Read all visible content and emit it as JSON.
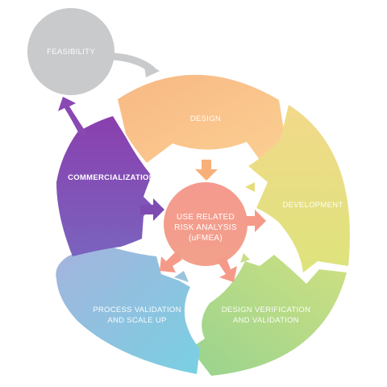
{
  "diagram": {
    "outer_start": {
      "label": "FEASIBILITY",
      "color": "#c9cacb"
    },
    "stages": [
      {
        "key": "design",
        "label": "DESIGN",
        "color": "#f9c18a"
      },
      {
        "key": "development",
        "label": "DEVELOPMENT",
        "color": "#e8de7e"
      },
      {
        "key": "verification",
        "label_lines": [
          "DESIGN VERIFICATION",
          "AND VALIDATION"
        ],
        "color": "#b4d98a"
      },
      {
        "key": "process",
        "label_lines": [
          "PROCESS VALIDATION",
          "AND SCALE UP"
        ],
        "color": "#88c8e6"
      },
      {
        "key": "commercialization",
        "label": "COMMERCIALIZATION",
        "color": "#8a4ab3"
      }
    ],
    "center": {
      "label_lines": [
        "USE RELATED",
        "RISK ANALYSIS",
        "(uFMEA)"
      ],
      "color": "#f39a8b"
    }
  }
}
